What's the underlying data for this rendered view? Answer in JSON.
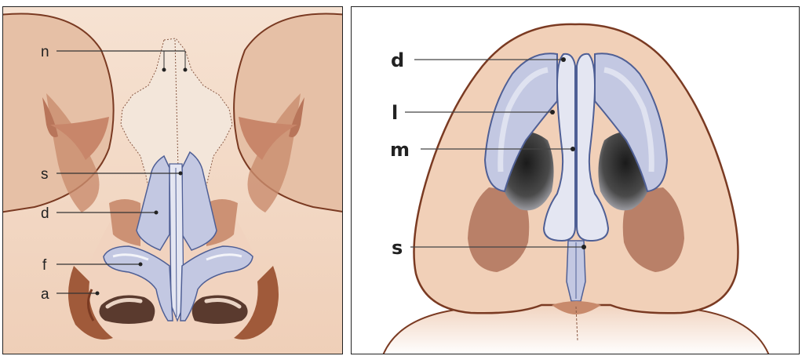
{
  "left_panel": {
    "labels": [
      {
        "id": "n",
        "text": "n"
      },
      {
        "id": "s",
        "text": "s"
      },
      {
        "id": "d",
        "text": "d"
      },
      {
        "id": "f",
        "text": "f"
      },
      {
        "id": "a",
        "text": "a"
      }
    ]
  },
  "right_panel": {
    "labels": [
      {
        "id": "d",
        "text": "d"
      },
      {
        "id": "l",
        "text": "l"
      },
      {
        "id": "m",
        "text": "m"
      },
      {
        "id": "s",
        "text": "s"
      }
    ]
  },
  "colors": {
    "skin": "#f4dcc8",
    "skin_shadow": "#d9a98c",
    "skin_dark": "#a46a4c",
    "outline": "#7a3a22",
    "cartilage": "#c3c8e2",
    "cartilage_edge": "#4f5f95",
    "cartilage_light": "#e4e6f2",
    "nostril_dark": "#2a2a2a",
    "bone": "#f3e6da"
  }
}
